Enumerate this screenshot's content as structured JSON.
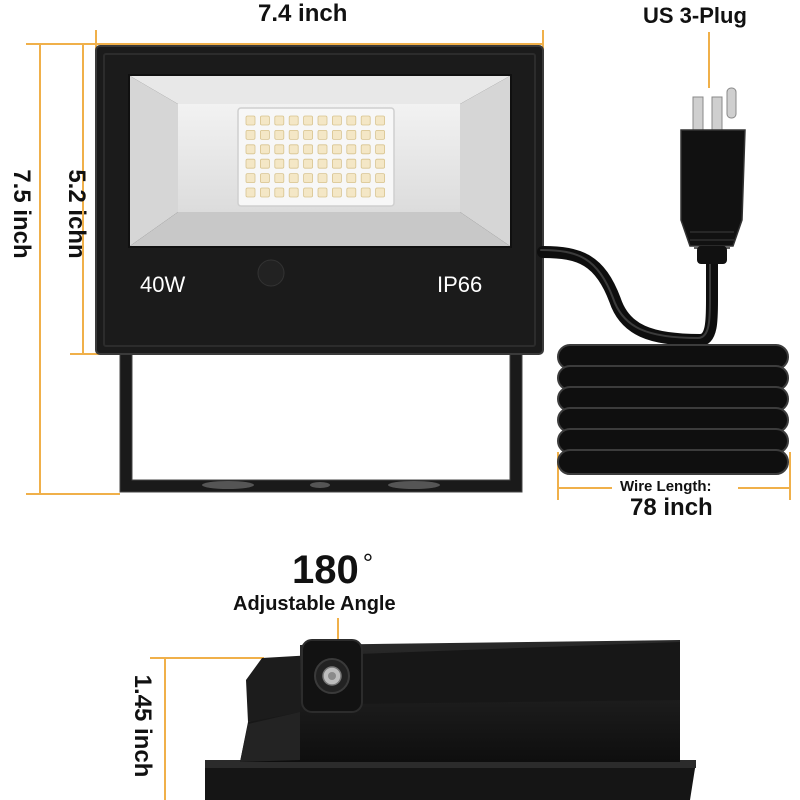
{
  "colors": {
    "dimension_line": "#f0b04a",
    "housing": "#1b1b1b",
    "housing_edge": "#3a3a3a",
    "led_chip": "#f4e7c6",
    "background": "#ffffff"
  },
  "dimensions": {
    "width": "7.4 inch",
    "height_total": "7.5 inch",
    "height_body": "5.2 ichn",
    "depth": "1.45 inch"
  },
  "plug": {
    "label": "US 3-Plug"
  },
  "light": {
    "wattage": "40W",
    "rating": "IP66"
  },
  "wire": {
    "label": "Wire Length:",
    "length": "78 inch"
  },
  "angle": {
    "value": "180",
    "degree_symbol": "°",
    "label": "Adjustable Angle"
  }
}
